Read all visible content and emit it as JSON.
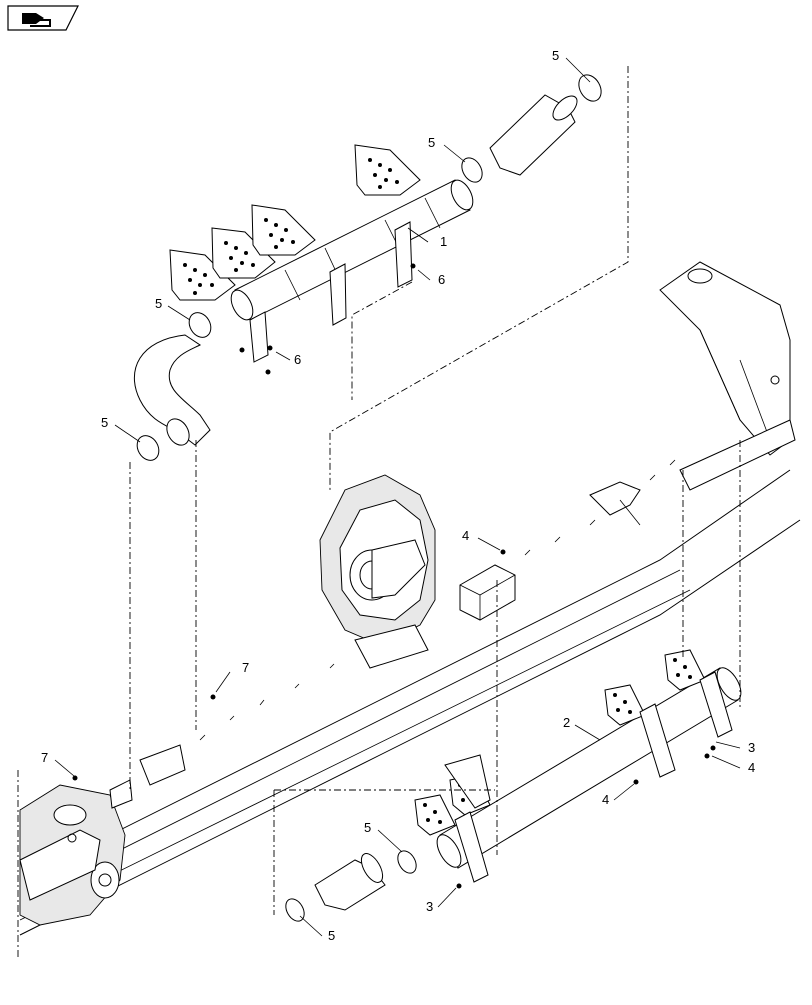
{
  "toolbar": {
    "nav_icon": "arrow-into-tray-icon"
  },
  "callouts": {
    "c_1": "1",
    "c_2": "2",
    "c_3a": "3",
    "c_3b": "3",
    "c_4a": "4",
    "c_4b": "4",
    "c_4c": "4",
    "c_5a": "5",
    "c_5b": "5",
    "c_5c": "5",
    "c_5d": "5",
    "c_5e": "5",
    "c_5f": "5",
    "c_6a": "6",
    "c_6b": "6",
    "c_7a": "7",
    "c_7b": "7"
  }
}
